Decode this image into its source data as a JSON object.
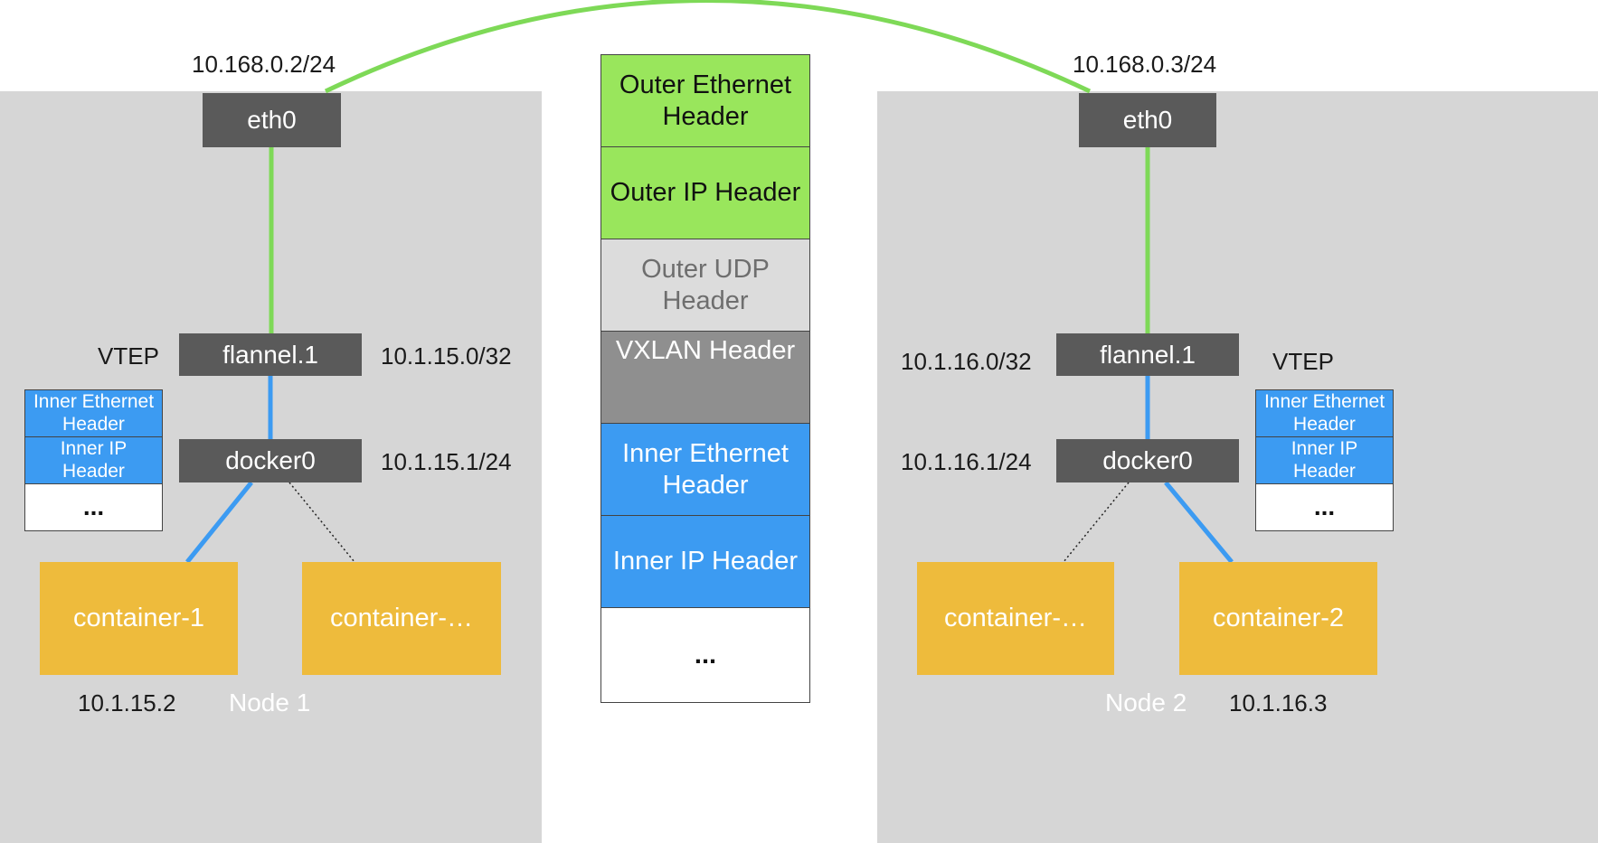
{
  "colors": {
    "node_bg": "#d6d6d6",
    "iface": "#5a5a5a",
    "container": "#eebb3c",
    "green_link": "#7ed957",
    "blue_link": "#3c9bf2",
    "outer_green": "#99e65c",
    "udp_gray": "#dcdcdc",
    "vxlan_gray": "#8f8f8f",
    "inner_blue": "#3c9bf2"
  },
  "node1": {
    "ip_eth0": "10.168.0.2/24",
    "eth0": "eth0",
    "vtep": "VTEP",
    "flannel": "flannel.1",
    "flannel_ip": "10.1.15.0/32",
    "docker": "docker0",
    "docker_ip": "10.1.15.1/24",
    "container_a": "container-1",
    "container_b": "container-…",
    "container_ip": "10.1.15.2",
    "name": "Node 1",
    "mini_stack": [
      "Inner Ethernet Header",
      "Inner IP Header",
      "..."
    ]
  },
  "node2": {
    "ip_eth0": "10.168.0.3/24",
    "eth0": "eth0",
    "vtep": "VTEP",
    "flannel": "flannel.1",
    "flannel_ip": "10.1.16.0/32",
    "docker": "docker0",
    "docker_ip": "10.1.16.1/24",
    "container_a": "container-…",
    "container_b": "container-2",
    "container_ip": "10.1.16.3",
    "name": "Node 2",
    "mini_stack": [
      "Inner Ethernet Header",
      "Inner IP Header",
      "..."
    ]
  },
  "packet": [
    {
      "label": "Outer Ethernet Header",
      "bg": "#99e65c",
      "color": "#111111"
    },
    {
      "label": "Outer IP Header",
      "bg": "#99e65c",
      "color": "#111111"
    },
    {
      "label": "Outer UDP Header",
      "bg": "#dcdcdc",
      "color": "#6e6e6e"
    },
    {
      "label": "VXLAN Header",
      "bg": "#8f8f8f",
      "color": "#ffffff"
    },
    {
      "label": "Inner Ethernet Header",
      "bg": "#3c9bf2",
      "color": "#ffffff"
    },
    {
      "label": "Inner IP Header",
      "bg": "#3c9bf2",
      "color": "#ffffff"
    },
    {
      "label": "...",
      "bg": "#ffffff",
      "color": "#111111"
    }
  ]
}
